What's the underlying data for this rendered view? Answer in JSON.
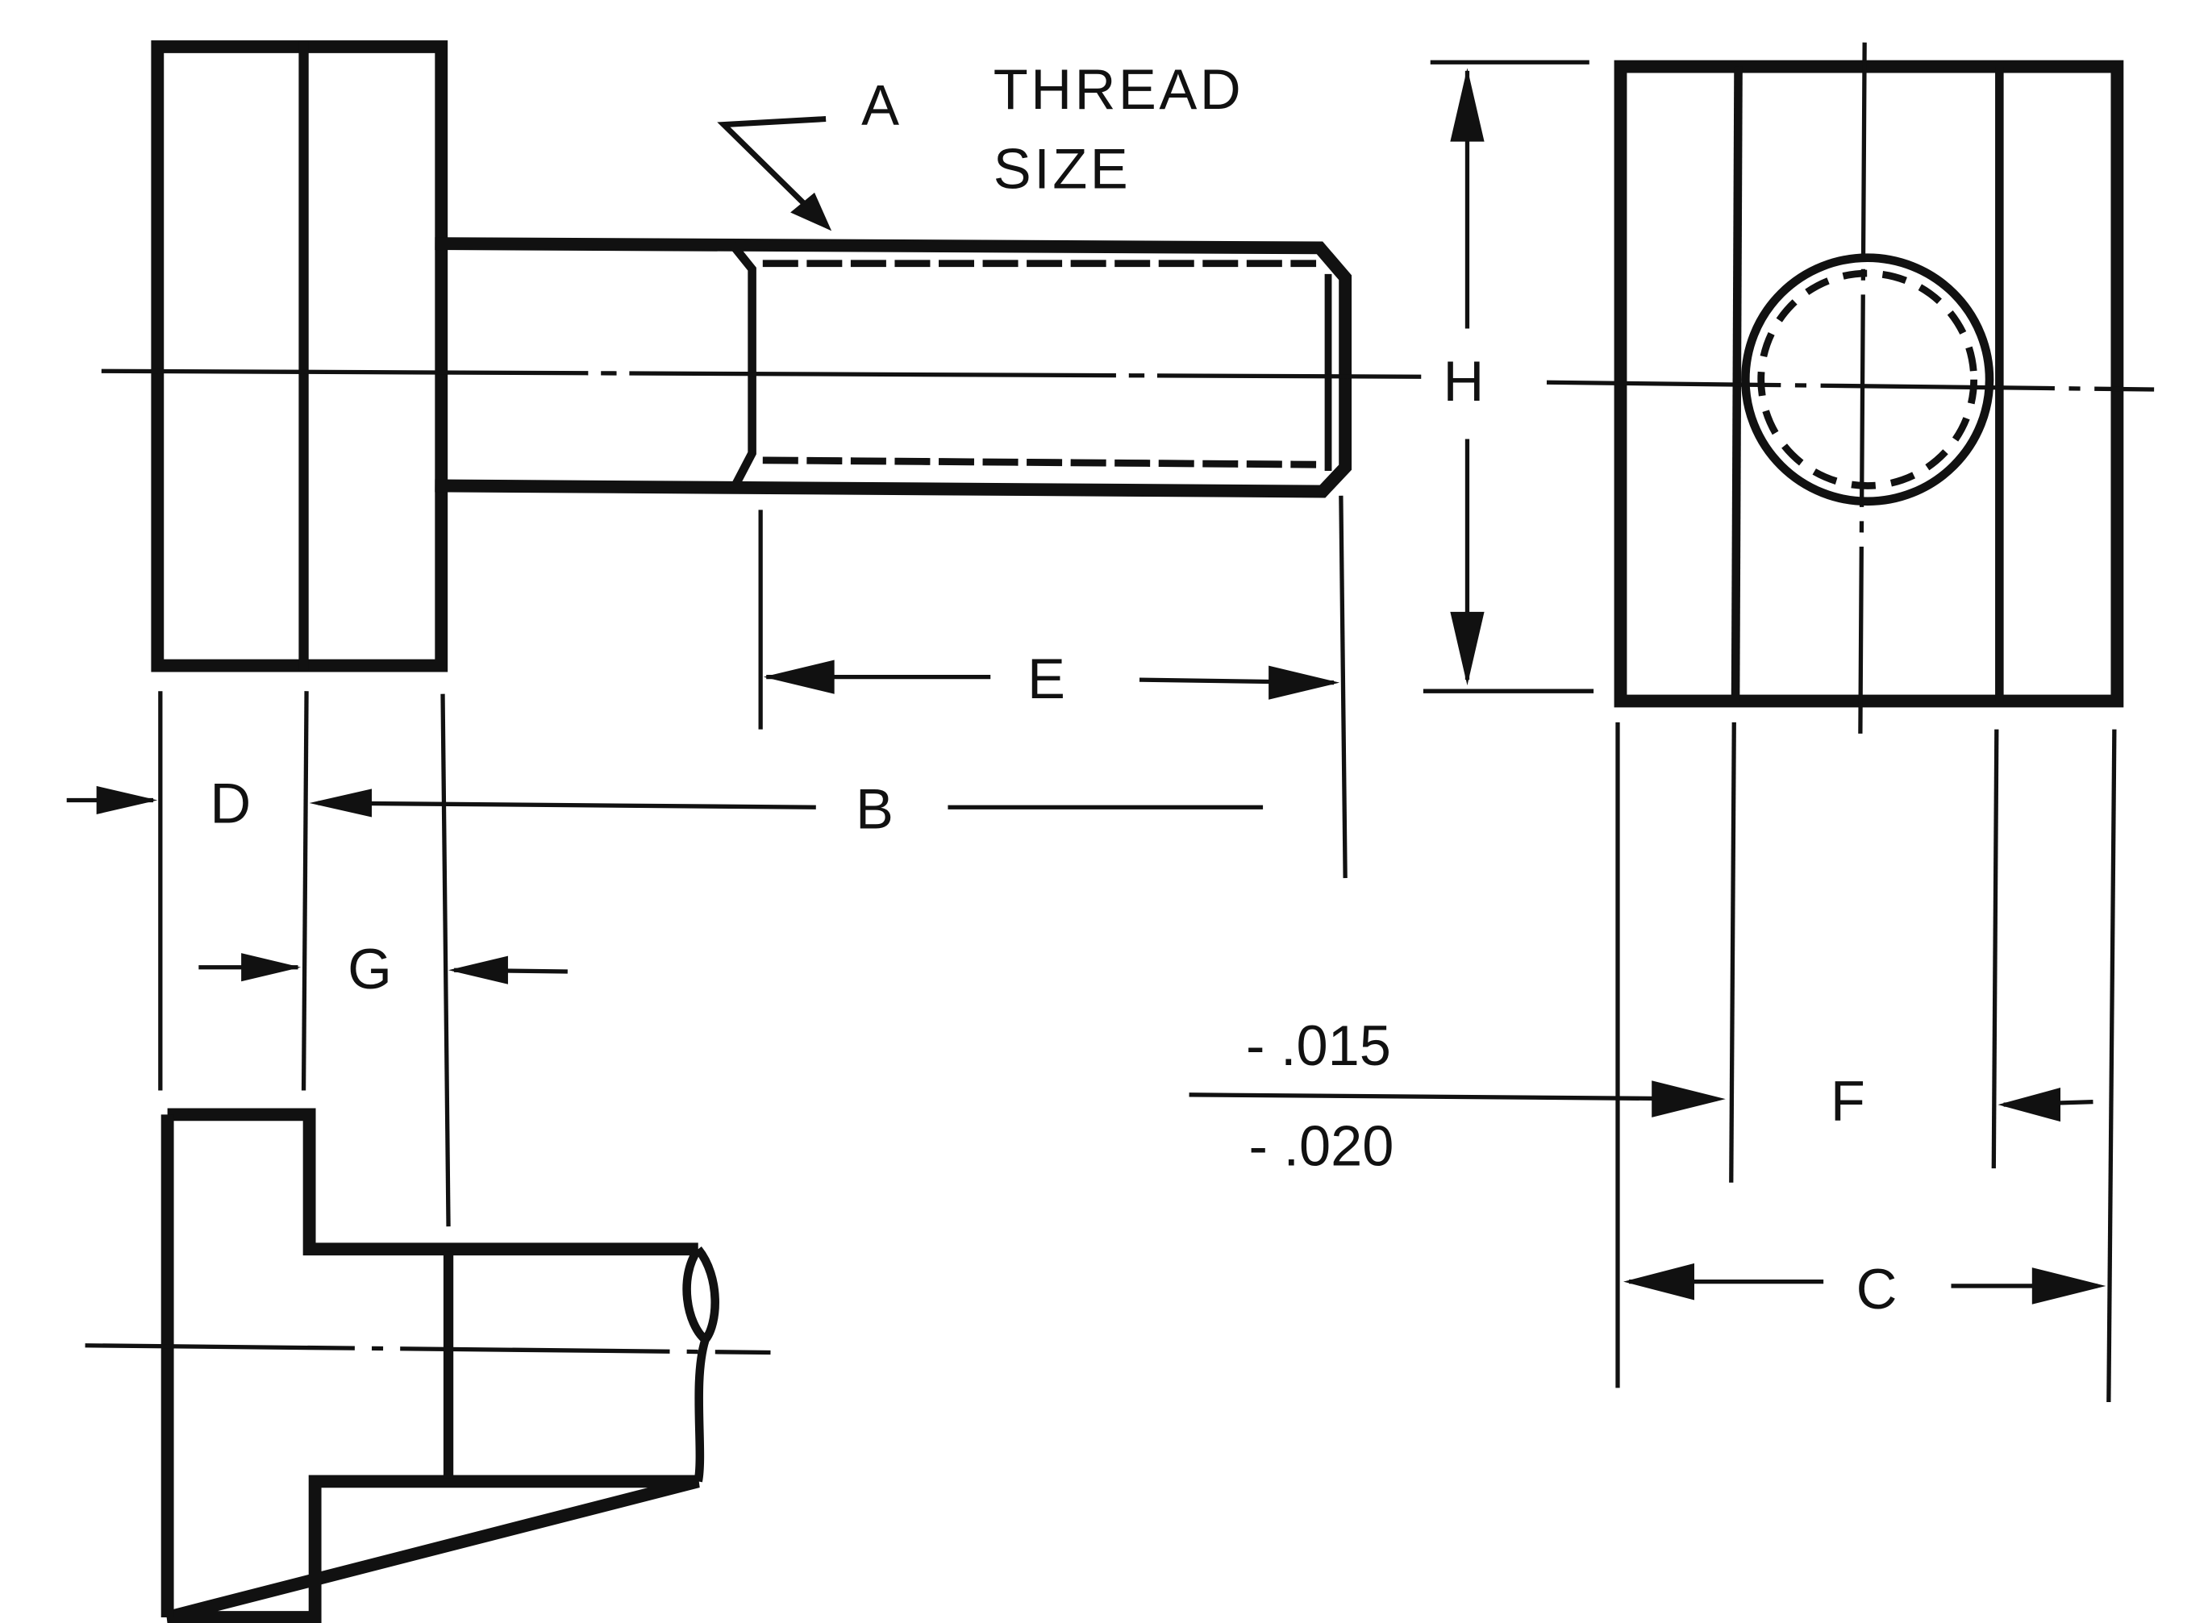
{
  "diagram": {
    "line_color": "#111111",
    "background_color": "#ffffff",
    "labels": {
      "a": "A",
      "thread_line1": "THREAD",
      "thread_line2": "SIZE",
      "h": "H",
      "e": "E",
      "d": "D",
      "b": "B",
      "g": "G",
      "f": "F",
      "c": "C",
      "tol_upper": "- .015",
      "tol_lower": "- .020"
    }
  }
}
